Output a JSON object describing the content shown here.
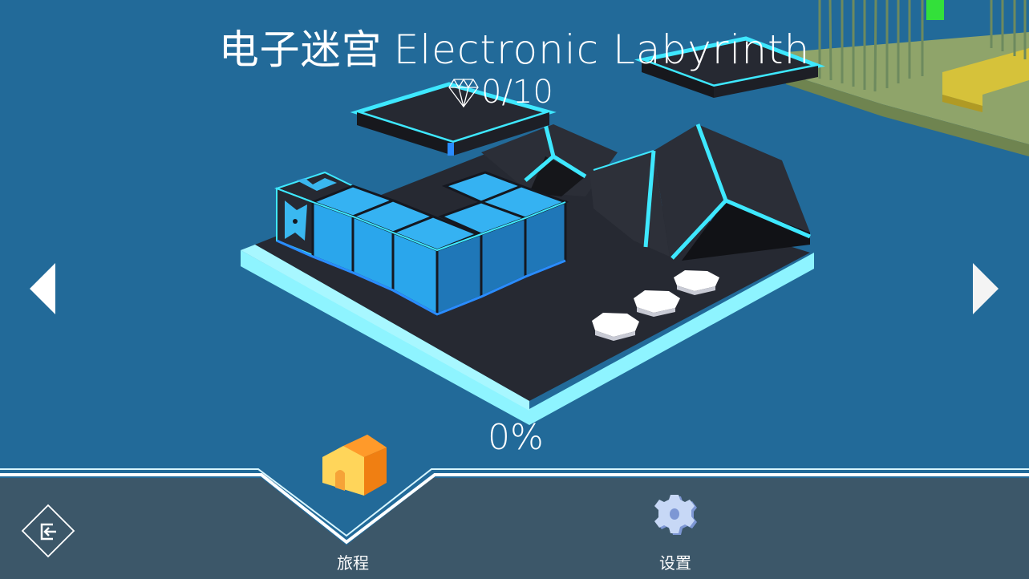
{
  "level": {
    "title_cn": "电子迷宫",
    "title_en": "Electronic Labyrinth",
    "gems_collected": "0/10",
    "gem_icon": "diamond-outline-icon",
    "progress": "0%"
  },
  "navigation": {
    "prev_level": "previous-level-arrow",
    "next_level": "next-level-arrow"
  },
  "bottom_bar": {
    "exit_icon": "exit-icon",
    "items": [
      {
        "label": "旅程",
        "icon": "home-icon"
      },
      {
        "label": "设置",
        "icon": "gear-icon"
      }
    ]
  },
  "colors": {
    "background": "#226a99",
    "bottom_bar": "#3c5769",
    "neon_cyan": "#3ee8ff",
    "tile_blue": "#2aa6ec",
    "dark_floor": "#262932",
    "base_glow": "#8ef4ff",
    "home_yellow": "#ffd55a",
    "home_orange": "#f08a1e",
    "gear_blue": "#c7d8f6",
    "bamboo_island": "#8fa46a",
    "yellow_path": "#d6c23a"
  }
}
